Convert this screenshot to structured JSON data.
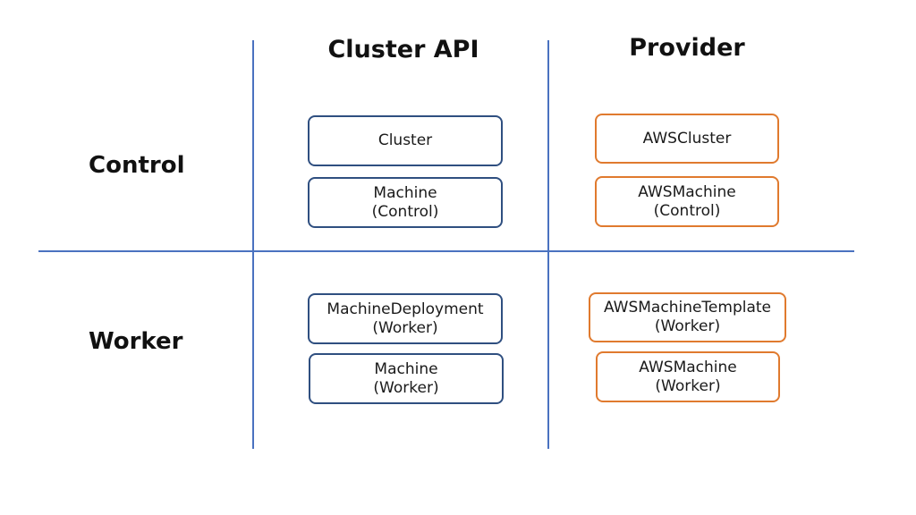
{
  "columns": {
    "cluster_api": "Cluster API",
    "provider": "Provider"
  },
  "rows": {
    "control": "Control",
    "worker": "Worker"
  },
  "boxes": {
    "cluster": {
      "line1": "Cluster"
    },
    "machine_control": {
      "line1": "Machine",
      "line2": "(Control)"
    },
    "machine_deployment": {
      "line1": "MachineDeployment",
      "line2": "(Worker)"
    },
    "machine_worker": {
      "line1": "Machine",
      "line2": "(Worker)"
    },
    "aws_cluster": {
      "line1": "AWSCluster"
    },
    "aws_machine_control": {
      "line1": "AWSMachine",
      "line2": "(Control)"
    },
    "aws_machine_template": {
      "line1": "AWSMachineTemplate",
      "line2": "(Worker)"
    },
    "aws_machine_worker": {
      "line1": "AWSMachine",
      "line2": "(Worker)"
    }
  },
  "colors": {
    "grid_line": "#4a72c0",
    "cluster_api_border": "#2f4f80",
    "provider_border": "#e07a2e"
  }
}
